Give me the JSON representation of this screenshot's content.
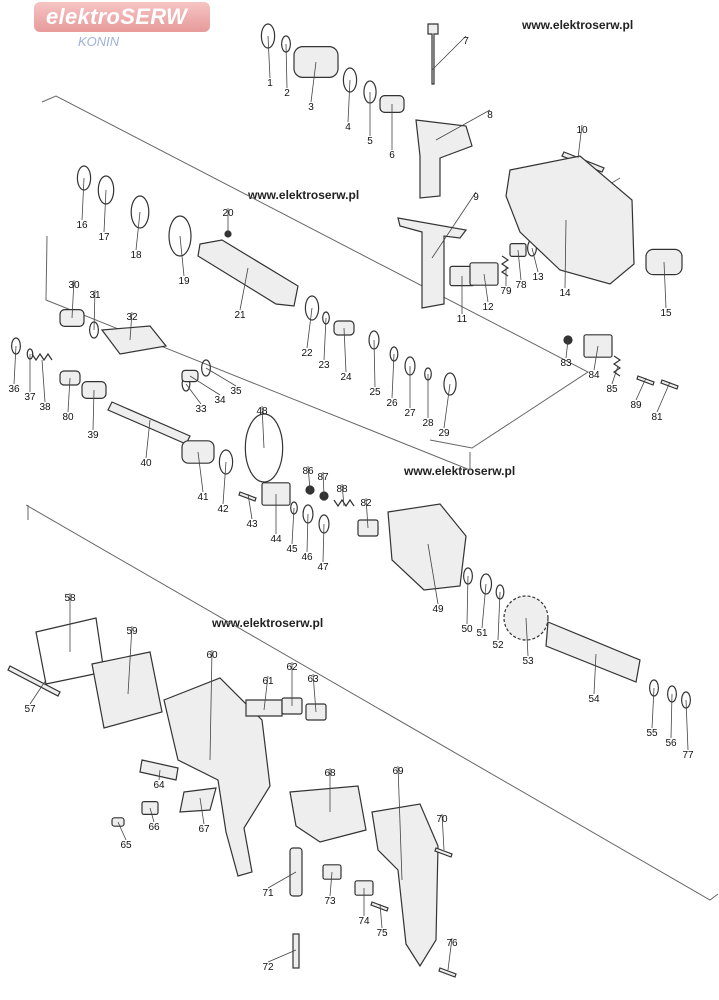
{
  "brand": {
    "name": "elektroSERW",
    "city": "KONIN"
  },
  "watermarks": [
    "www.elektroserw.pl",
    "www.elektroserw.pl",
    "www.elektroserw.pl",
    "www.elektroserw.pl"
  ],
  "parts": [
    "1",
    "2",
    "3",
    "4",
    "5",
    "6",
    "7",
    "8",
    "9",
    "10",
    "11",
    "12",
    "13",
    "14",
    "15",
    "16",
    "17",
    "18",
    "19",
    "20",
    "21",
    "22",
    "23",
    "24",
    "25",
    "26",
    "27",
    "28",
    "29",
    "30",
    "31",
    "32",
    "33",
    "34",
    "35",
    "36",
    "37",
    "38",
    "39",
    "40",
    "41",
    "42",
    "43",
    "44",
    "45",
    "46",
    "47",
    "48",
    "49",
    "50",
    "51",
    "52",
    "53",
    "54",
    "55",
    "56",
    "57",
    "58",
    "59",
    "60",
    "61",
    "62",
    "63",
    "64",
    "65",
    "66",
    "67",
    "68",
    "69",
    "70",
    "71",
    "72",
    "73",
    "74",
    "75",
    "76",
    "77",
    "78",
    "79",
    "80",
    "81",
    "82",
    "83",
    "84",
    "85",
    "86",
    "87",
    "88",
    "89"
  ]
}
